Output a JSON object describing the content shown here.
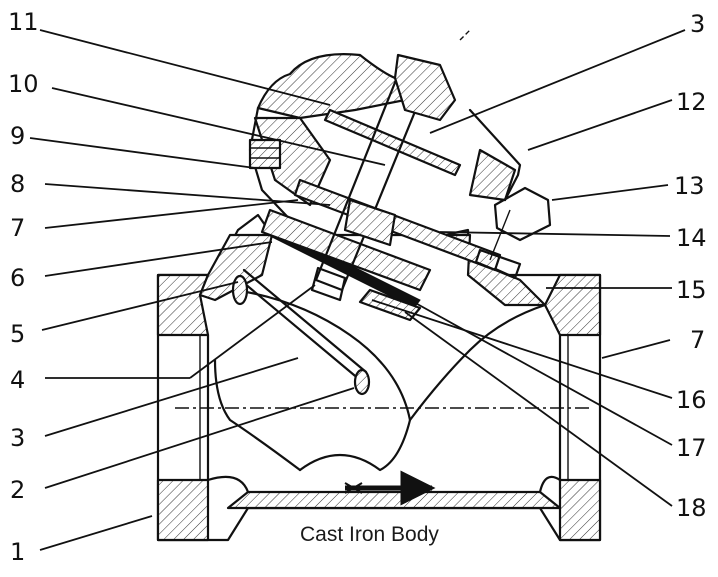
{
  "diagram": {
    "caption": "Cast Iron Body",
    "callouts_left": [
      "11",
      "10",
      "9",
      "8",
      "7",
      "6",
      "5",
      "4",
      "3",
      "2",
      "1"
    ],
    "callouts_right": [
      "3",
      "12",
      "13",
      "14",
      "15",
      "7",
      "16",
      "17",
      "18"
    ],
    "colors": {
      "ink": "#111111",
      "background": "#ffffff"
    }
  }
}
